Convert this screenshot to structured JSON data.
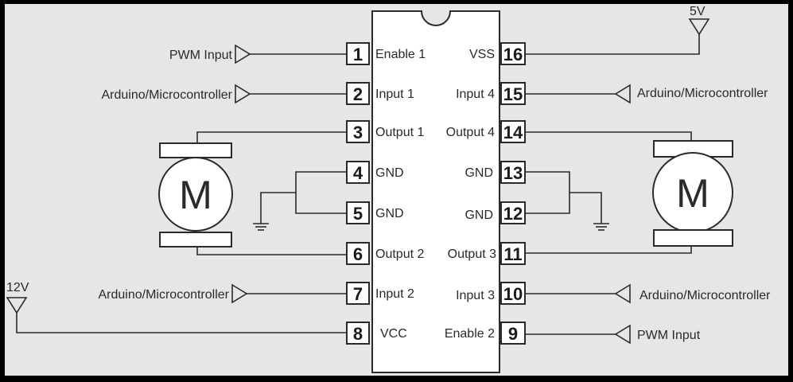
{
  "chip": {
    "left_pins": [
      {
        "number": "1",
        "name": "Enable 1"
      },
      {
        "number": "2",
        "name": "Input 1"
      },
      {
        "number": "3",
        "name": "Output 1"
      },
      {
        "number": "4",
        "name": "GND"
      },
      {
        "number": "5",
        "name": "GND"
      },
      {
        "number": "6",
        "name": "Output 2"
      },
      {
        "number": "7",
        "name": "Input 2"
      },
      {
        "number": "8",
        "name": "VCC"
      }
    ],
    "right_pins": [
      {
        "number": "16",
        "name": "VSS"
      },
      {
        "number": "15",
        "name": "Input 4"
      },
      {
        "number": "14",
        "name": "Output 4"
      },
      {
        "number": "13",
        "name": "GND"
      },
      {
        "number": "12",
        "name": "GND"
      },
      {
        "number": "11",
        "name": "Output 3"
      },
      {
        "number": "10",
        "name": "Input 3"
      },
      {
        "number": "9",
        "name": "Enable 2"
      }
    ]
  },
  "connections": {
    "pwm_input_left": "PWM Input",
    "arduino_in1": "Arduino/Microcontroller",
    "arduino_in2": "Arduino/Microcontroller",
    "supply_12v": "12V",
    "supply_5v": "5V",
    "arduino_in4": "Arduino/Microcontroller",
    "arduino_in3": "Arduino/Microcontroller",
    "pwm_input_right": "PWM Input"
  },
  "motors": {
    "left_label": "M",
    "right_label": "M"
  },
  "colors": {
    "background": "#e6e6e6",
    "frame": "#000000",
    "ink": "#2a2a2a"
  }
}
